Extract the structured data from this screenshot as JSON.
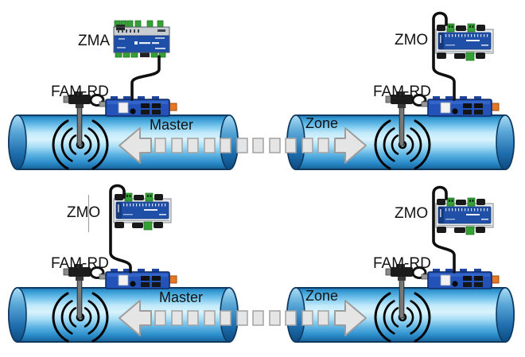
{
  "diagram": {
    "quadrants": [
      {
        "id": "top-left",
        "controller_label": "ZMA",
        "sensor_label": "FAM-RD",
        "flow_label": "Master",
        "flow_direction": "left",
        "controller_style": "zma-blue-din-module"
      },
      {
        "id": "top-right",
        "controller_label": "ZMO",
        "sensor_label": "FAM-RD",
        "flow_label": "Zone",
        "flow_direction": "right",
        "controller_style": "zmo-gray-din-module"
      },
      {
        "id": "bottom-left",
        "controller_label": "ZMO",
        "sensor_label": "FAM-RD",
        "flow_label": "Master",
        "flow_direction": "left",
        "controller_style": "zmo-gray-din-module"
      },
      {
        "id": "bottom-right",
        "controller_label": "ZMO",
        "sensor_label": "FAM-RD",
        "flow_label": "Zone",
        "flow_direction": "right",
        "controller_style": "zmo-gray-din-module"
      }
    ],
    "colors": {
      "pipe_highlight": "#d9f3fc",
      "pipe_mid": "#2e93cf",
      "pipe_dark": "#176198",
      "pipe_outline": "#0e3a62",
      "arrow_fill": "#e5e5e5",
      "arrow_stroke": "#9c9c9c",
      "module_blue": "#1e4fa8",
      "module_gray_body": "#e8eaec",
      "terminal_green": "#35a035",
      "sensor_box_blue": "#2353b8",
      "connector_orange": "#e87722",
      "cable_black": "#0f0f0f"
    }
  }
}
